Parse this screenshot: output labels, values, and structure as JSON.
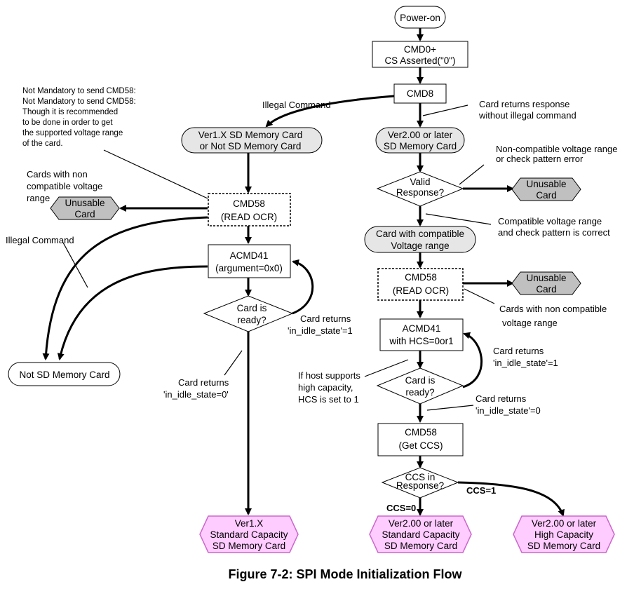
{
  "nodes": {
    "power_on": "Power-on",
    "cmd0": [
      "CMD0+",
      "CS Asserted(\"0\")"
    ],
    "cmd8": "CMD8",
    "ver1": [
      "Ver1.X SD Memory Card",
      "or Not SD Memory Card"
    ],
    "ver2": [
      "Ver2.00 or later",
      "SD Memory Card"
    ],
    "valid": [
      "Valid",
      "Response?"
    ],
    "unusable_right_1": [
      "Unusable",
      "Card"
    ],
    "compat": [
      "Card with compatible",
      "Voltage range"
    ],
    "cmd58_left": [
      "CMD58",
      "(READ OCR)"
    ],
    "cmd58_right": [
      "CMD58",
      "(READ OCR)"
    ],
    "unusable_left": [
      "Unusable",
      "Card"
    ],
    "unusable_right_2": [
      "Unusable",
      "Card"
    ],
    "acmd41_left": [
      "ACMD41",
      "(argument=0x0)"
    ],
    "ready_left": [
      "Card is",
      "ready?"
    ],
    "not_sd": "Not SD Memory Card",
    "acmd41_right": [
      "ACMD41",
      "with HCS=0or1"
    ],
    "ready_right": [
      "Card is",
      "ready?"
    ],
    "cmd58_ccs": [
      "CMD58",
      "(Get CCS)"
    ],
    "ccs_resp": [
      "CCS in",
      "Response?"
    ],
    "ver1_std": [
      "Ver1.X",
      "Standard Capacity",
      "SD Memory Card"
    ],
    "ver2_std": [
      "Ver2.00 or later",
      "Standard Capacity",
      "SD Memory Card"
    ],
    "ver2_hc": [
      "Ver2.00 or later",
      "High Capacity",
      "SD Memory Card"
    ]
  },
  "annotations": {
    "not_mandatory": [
      "Not Mandatory to send CMD58:",
      "Not Mandatory to send CMD58:",
      "Though it is recommended",
      "to be done in order to get",
      "the supported voltage range",
      "of the card."
    ],
    "illegal_cmd_top": "Illegal Command",
    "card_returns_response": [
      "Card returns response",
      "without illegal command"
    ],
    "noncompat_error": [
      "Non-compatible voltage range",
      "or check pattern error"
    ],
    "compat_correct": [
      "Compatible voltage range",
      "and check pattern is correct"
    ],
    "cards_noncompat_left": [
      "Cards with non",
      "compatible voltage",
      "range"
    ],
    "illegal_cmd_left": "Illegal Command",
    "cards_noncompat_right": [
      "Cards with non compatible",
      "voltage range"
    ],
    "idle1_left": [
      "Card returns",
      "'in_idle_state'=1"
    ],
    "idle0_left": [
      "Card returns",
      "'in_idle_state=0'"
    ],
    "idle1_right": [
      "Card returns",
      "'in_idle_state'=1"
    ],
    "hcs_note": [
      "If host supports",
      "high capacity,",
      "HCS is set to 1"
    ],
    "idle0_right": [
      "Card returns",
      "'in_idle_state'=0"
    ],
    "ccs0": "CCS=0",
    "ccs1": "CCS=1"
  },
  "caption": "Figure 7-2: SPI Mode Initialization Flow",
  "colors": {
    "rounded_fill": "#e6e6e6",
    "unusable_fill": "#c0c0c0",
    "final_fill": "#ffccff",
    "final_stroke": "#cc66cc",
    "line": "#000000"
  }
}
